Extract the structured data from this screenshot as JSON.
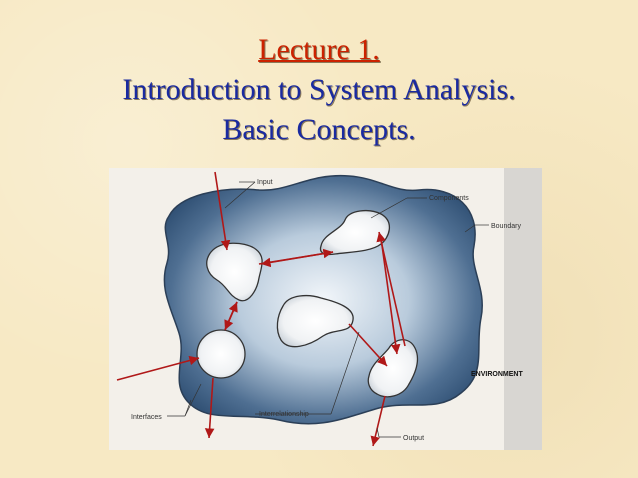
{
  "slide": {
    "title_line1": "Lecture 1.",
    "title_line2": "Introduction to System Analysis.",
    "title_line3": "Basic Concepts."
  },
  "diagram": {
    "labels": {
      "input": "Input",
      "components": "Components",
      "boundary": "Boundary",
      "environment": "ENVIRONMENT",
      "interfaces": "Interfaces",
      "interrelationship": "Interrelationship",
      "output": "Output"
    },
    "colors": {
      "system_dark": "#2f4f73",
      "system_light": "#eef3f8",
      "arrow": "#b01818",
      "title_red": "#cc2200",
      "title_blue": "#1a2aa0"
    }
  }
}
